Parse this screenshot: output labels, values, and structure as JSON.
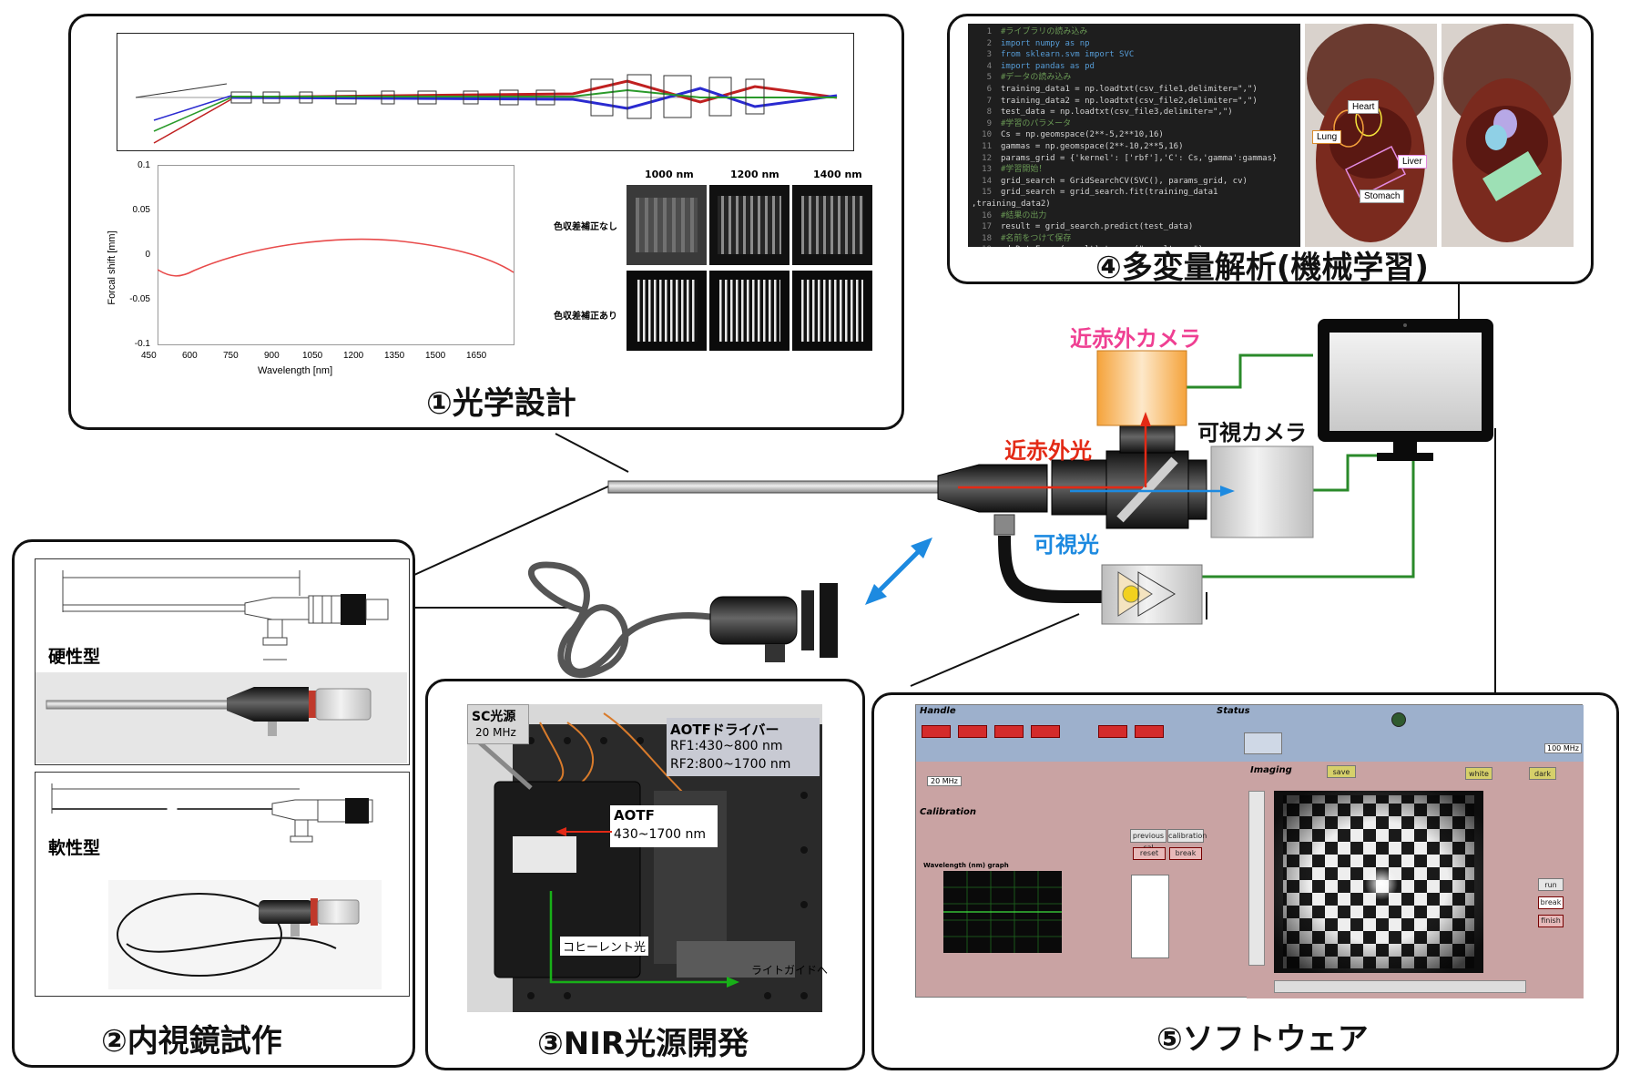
{
  "panels": {
    "optical": {
      "title": "①光学設計",
      "graph": {
        "ylabel": "Forcal shift [mm]",
        "xlabel": "Wavelength [nm]",
        "yticks": [
          "0.1",
          "0.05",
          "0",
          "-0.05",
          "-0.1"
        ],
        "xticks": [
          "450",
          "600",
          "750",
          "900",
          "1050",
          "1200",
          "1350",
          "1500",
          "1650"
        ]
      },
      "wavelengths": [
        "1000 nm",
        "1200 nm",
        "1400 nm"
      ],
      "row_without": "色収差補正なし",
      "row_with": "色収差補正あり"
    },
    "endoscope": {
      "title": "②内視鏡試作",
      "rigid": "硬性型",
      "flexible": "軟性型"
    },
    "nir": {
      "title": "③NIR光源開発",
      "sc_label": "SC光源",
      "sc_rate": "20 MHz",
      "driver_title": "AOTFドライバー",
      "rf1": "RF1:430~800 nm",
      "rf2": "RF2:800~1700 nm",
      "aotf_title": "AOTF",
      "aotf_range": "430~1700 nm",
      "coherent": "コヒーレント光",
      "lightguide": "ライトガイドへ"
    },
    "ml": {
      "title": "④多変量解析(機械学習)",
      "organs": [
        "Heart",
        "Lung",
        "Liver",
        "Stomach"
      ],
      "code_lines": [
        "#ライブラリの読み込み",
        "import numpy as np",
        "from sklearn.svm import SVC",
        "import pandas as pd",
        "#データの読み込み",
        "training_data1 = np.loadtxt(csv_file1,delimiter=\",\")",
        "training_data2 = np.loadtxt(csv_file2,delimiter=\",\")",
        "test_data = np.loadtxt(csv_file3,delimiter=\",\")",
        "#学習のパラメータ",
        "Cs = np.geomspace(2**-5,2**10,16)",
        "gammas = np.geomspace(2**-10,2**5,16)",
        "params_grid = {'kernel': ['rbf'],'C': Cs,'gamma':gammas}",
        "#学習開始！",
        "grid_search = GridSearchCV(SVC(), params_grid, cv)",
        "grid_search = grid_search.fit(training_data1 ,training_data2)",
        "#結果の出力",
        "result = grid_search.predict(test_data)",
        "#名前をつけて保存",
        "pd.DataFrame(result).to_csv(\"result.csv\")"
      ]
    },
    "software": {
      "title": "⑤ソフトウェア",
      "sections": [
        "Handle",
        "Status",
        "Calibration",
        "Imaging"
      ],
      "buttons": [
        "reset",
        "break",
        "run",
        "break",
        "finish",
        "white",
        "dark",
        "save",
        "previous cal",
        "calibration"
      ],
      "rates": [
        "20 MHz",
        "100 MHz"
      ],
      "graph_title": "Wavelength (nm) graph"
    }
  },
  "labels": {
    "nir_camera": "近赤外カメラ",
    "visible_camera": "可視カメラ",
    "nir_light": "近赤外光",
    "visible_light": "可視光"
  },
  "colors": {
    "nir_camera": "#ef3f92",
    "nir_light": "#e32a16",
    "visible_light": "#1d8ae0",
    "signal_line": "#2a8a2a",
    "code_bg": "#1e1e1e",
    "software_bg": "#c9a3a3"
  }
}
